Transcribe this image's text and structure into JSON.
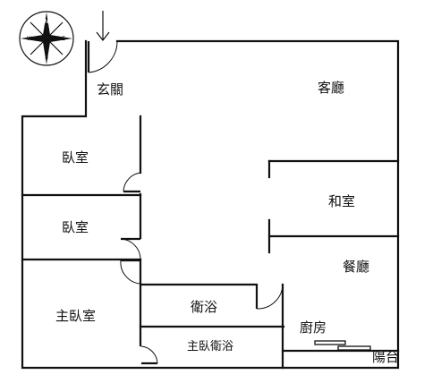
{
  "rooms": {
    "entrance": "玄關",
    "living_room": "客廳",
    "bedroom_1": "臥室",
    "bedroom_2": "臥室",
    "japanese_room": "和室",
    "dining_room": "餐廳",
    "master_bedroom": "主臥室",
    "bathroom": "衛浴",
    "master_bathroom": "主臥衛浴",
    "kitchen": "廚房",
    "balcony": "陽台"
  },
  "compass": {
    "north": "N",
    "south": "S",
    "east": "E",
    "west": "W"
  }
}
